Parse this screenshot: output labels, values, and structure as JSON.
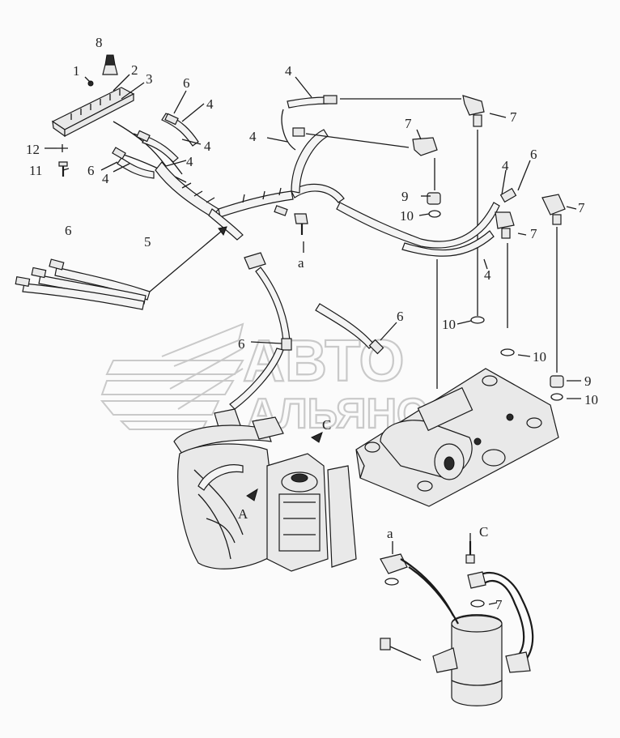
{
  "callouts": {
    "n1": "1",
    "n2": "2",
    "n3": "3",
    "n4": "4",
    "n5": "5",
    "n6": "6",
    "n7": "7",
    "n8": "8",
    "n9": "9",
    "n10": "10",
    "n11": "11",
    "n12": "12",
    "a": "a",
    "A": "A",
    "C": "C"
  },
  "watermark": {
    "line1": "АВТО",
    "line2": "АЛЬЯНС"
  },
  "colors": {
    "ink": "#1a1a1a",
    "watermark": "#c9c9c9",
    "background": "#fbfbfb"
  }
}
